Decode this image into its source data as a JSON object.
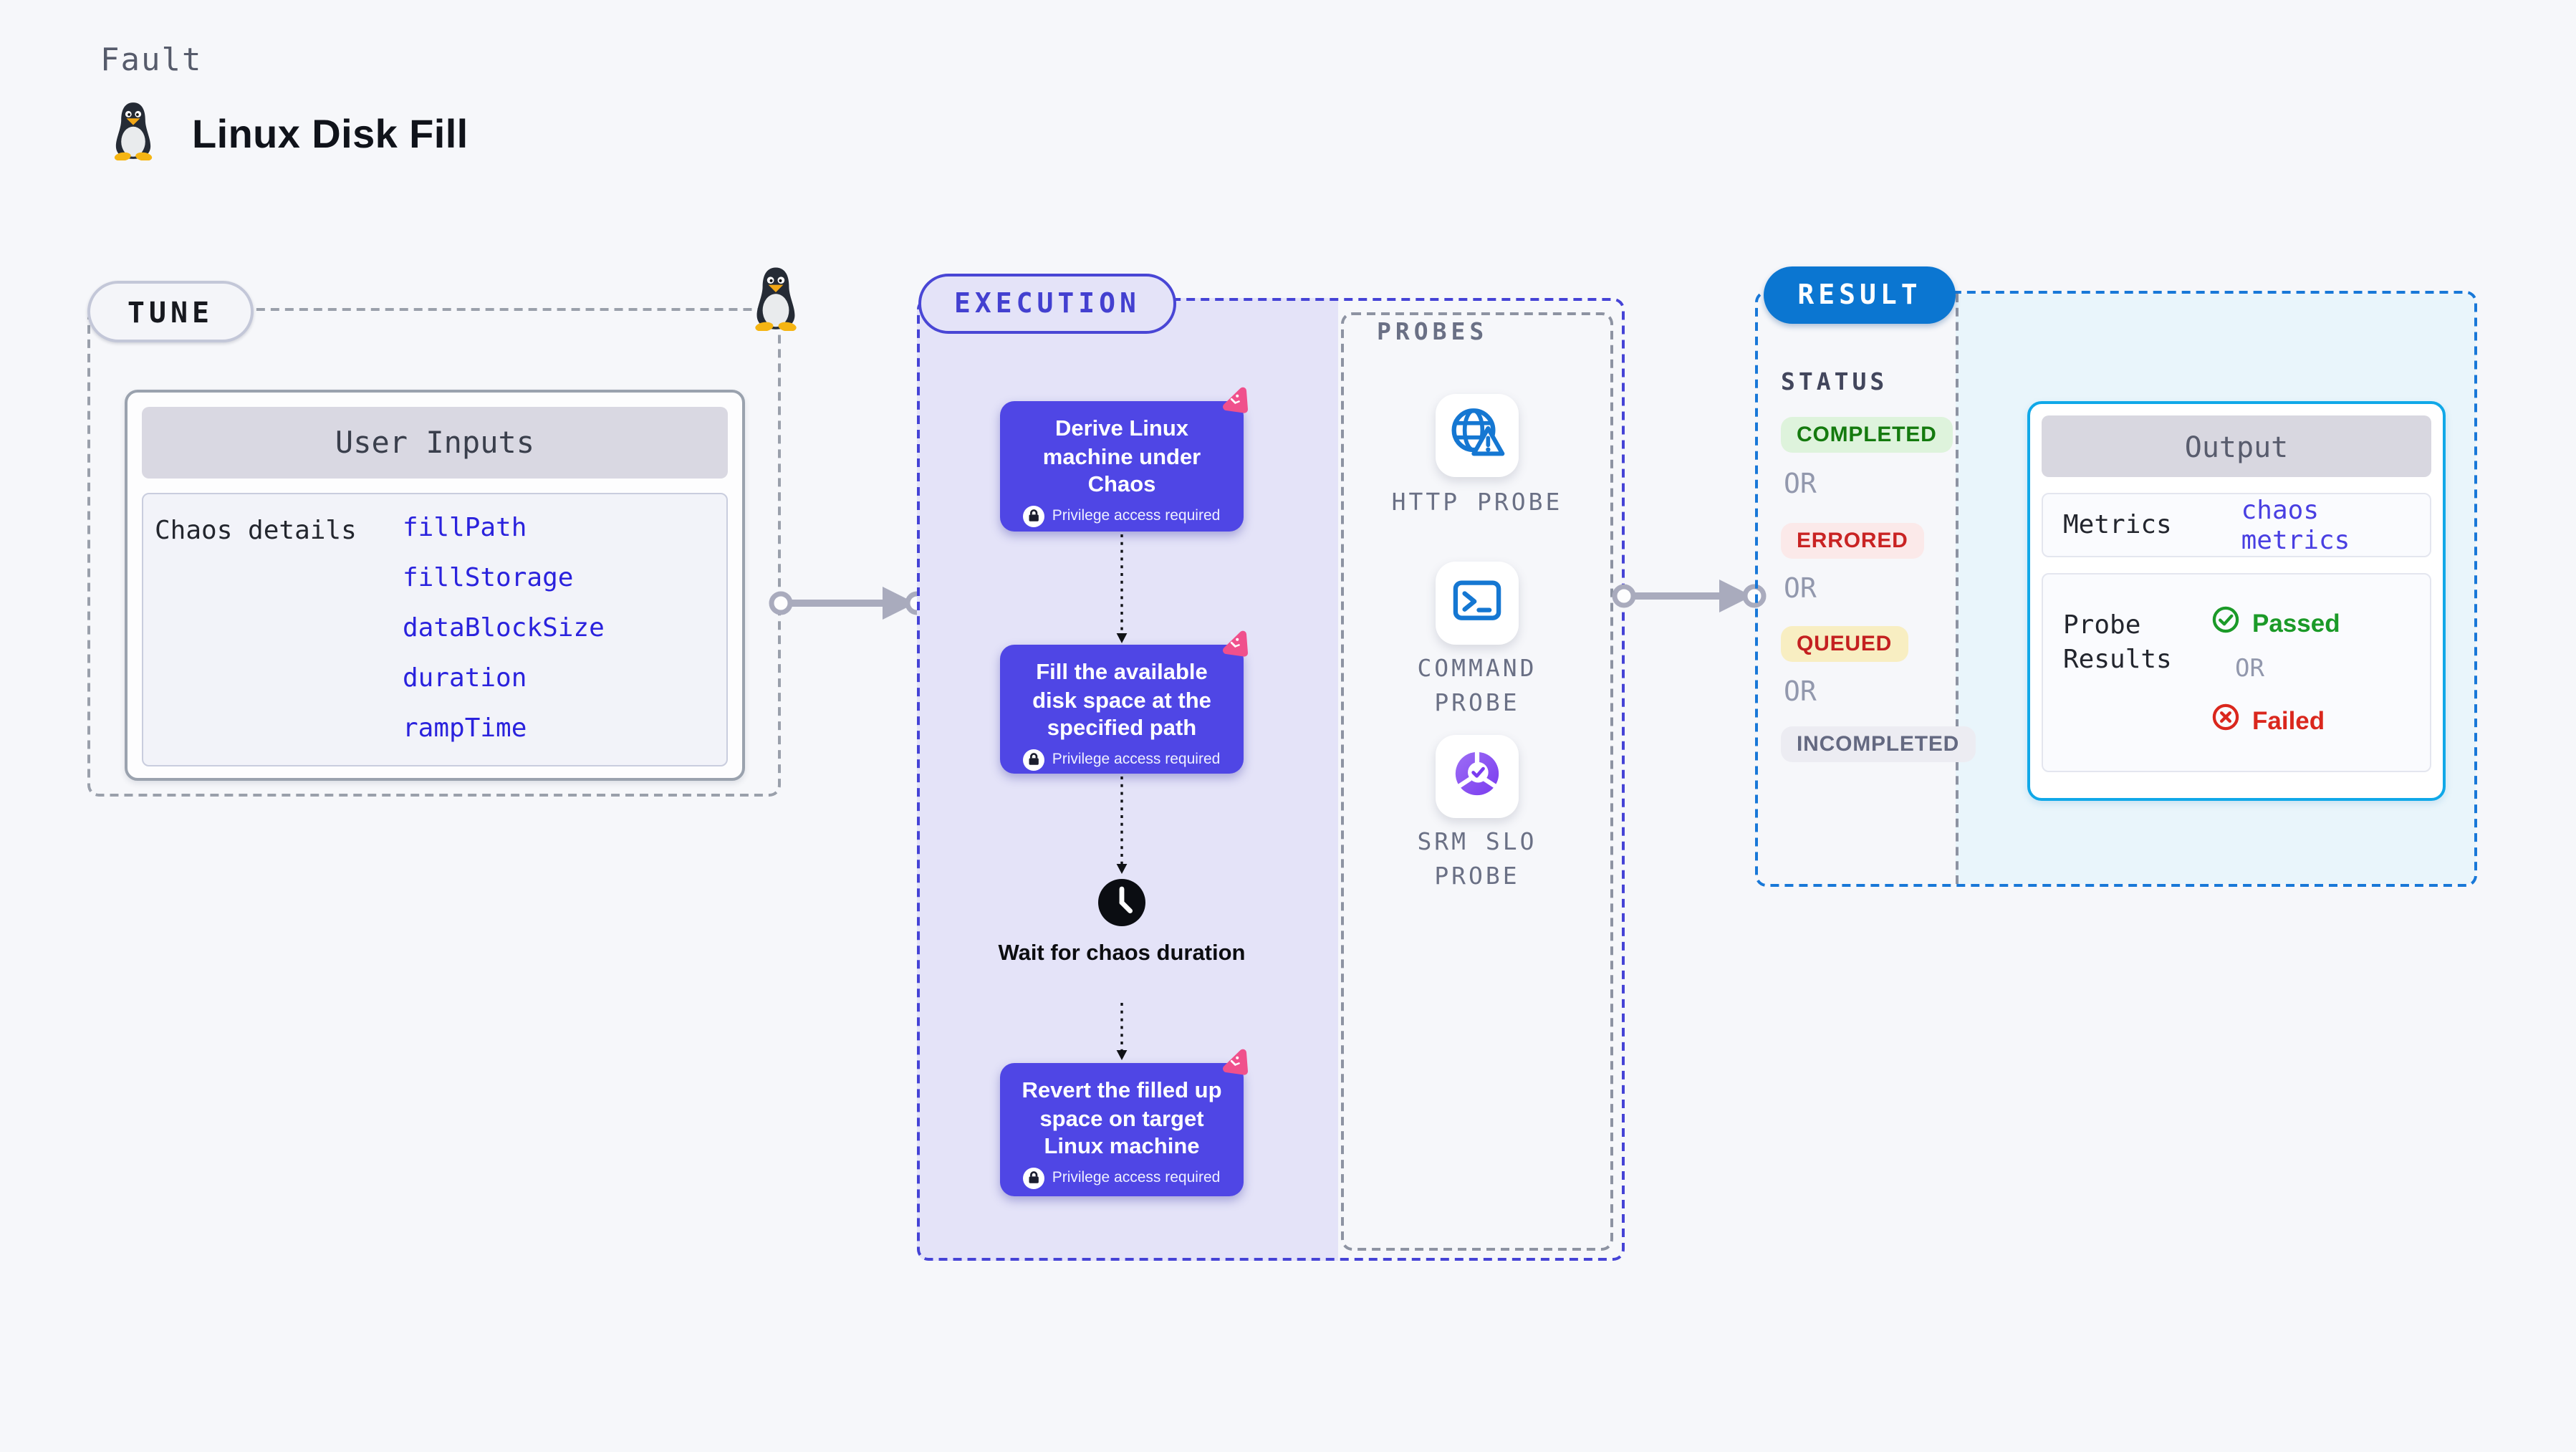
{
  "page": {
    "kicker": "Fault",
    "title": "Linux Disk Fill"
  },
  "tune": {
    "label": "TUNE",
    "card_title": "User Inputs",
    "row_label": "Chaos details",
    "inputs": [
      "fillPath",
      "fillStorage",
      "dataBlockSize",
      "duration",
      "rampTime"
    ]
  },
  "execution": {
    "label": "EXECUTION",
    "privilege_note": "Privilege access required",
    "wait_label": "Wait for chaos duration",
    "steps": [
      {
        "title": "Derive Linux machine under Chaos"
      },
      {
        "title": "Fill the available disk space at the specified path"
      },
      {
        "title": "Revert the filled up space on target Linux machine"
      }
    ]
  },
  "probes": {
    "label": "PROBES",
    "items": [
      {
        "name": "HTTP PROBE",
        "icon": "globe-alert-icon",
        "lines": [
          "HTTP PROBE"
        ]
      },
      {
        "name": "COMMAND PROBE",
        "icon": "terminal-icon",
        "lines": [
          "COMMAND",
          "PROBE"
        ]
      },
      {
        "name": "SRM SLO PROBE",
        "icon": "slo-donut-icon",
        "lines": [
          "SRM SLO",
          "PROBE"
        ]
      }
    ]
  },
  "result": {
    "label": "RESULT",
    "status_label": "STATUS",
    "or_label": "OR",
    "statuses": [
      {
        "text": "COMPLETED",
        "kind": "completed"
      },
      {
        "text": "ERRORED",
        "kind": "errored"
      },
      {
        "text": "QUEUED",
        "kind": "queued"
      },
      {
        "text": "INCOMPLETED",
        "kind": "incompleted"
      }
    ],
    "output": {
      "title": "Output",
      "metrics_label": "Metrics",
      "metrics_value": "chaos metrics",
      "probe_results_label": "Probe Results",
      "passed_label": "Passed",
      "failed_label": "Failed"
    }
  },
  "icons": {
    "brand": "tux-penguin-icon",
    "step_lock": "lock-icon",
    "step_corner": "chaos-badge-icon",
    "wait": "clock-icon",
    "http_probe": "globe-alert-icon",
    "command_probe": "terminal-icon",
    "srm_probe": "slo-donut-icon",
    "passed": "check-circle-icon",
    "failed": "x-circle-icon"
  },
  "colors": {
    "page_bg": "#f6f7fa",
    "step_purple": "#4f46e5",
    "execution_border": "#4543d6",
    "execution_bg": "#e4e3f8",
    "result_blue": "#0b76d1",
    "result_dash": "#1878d8",
    "result_bg": "#e9f5fb",
    "output_border": "#10a8e8",
    "probe_icon_blue": "#1577d2",
    "chaos_pink": "#f0508c",
    "value_blue": "#2a22dd",
    "passed_green": "#1b9a28",
    "failed_red": "#da271d"
  }
}
